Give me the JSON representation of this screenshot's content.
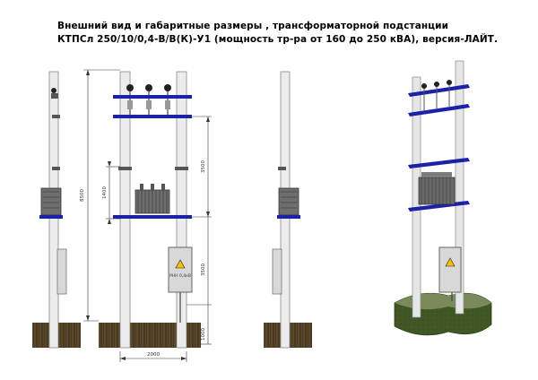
{
  "title": {
    "line1": "Внешний вид и габаритные размеры , трансформаторной подстанции",
    "line2": "КТПСл 250/10/0,4-В/В(К)-У1 (мощность тр-ра от 160 до 250 кВА), версия-ЛАЙТ."
  },
  "dimensions": {
    "total_height": "8500",
    "transformer_height": "1400",
    "upper_span": "3500",
    "lower_span": "3500",
    "ground": "1000",
    "width": "2000"
  },
  "cabinet_label": "РНН 0,4кВ",
  "colors": {
    "beam": "#1c22a8",
    "pole": "#ececec",
    "pole_edge": "#8a8a8a",
    "ground": "#4a3a22",
    "ground_3d": "#3d5a26",
    "transformer": "#6e6e6e",
    "cabinet": "#d8d8d8"
  }
}
